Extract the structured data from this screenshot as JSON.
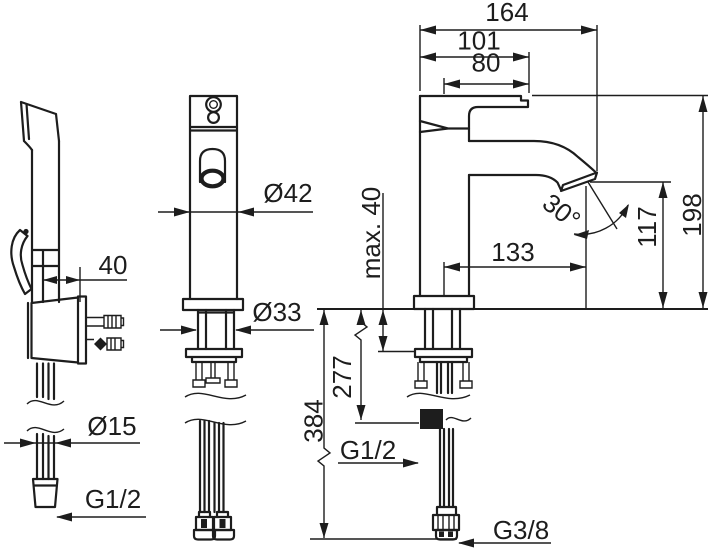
{
  "drawing": {
    "kind": "technical dimension drawing",
    "subject": "single-lever basin mixer with hand shower",
    "line_color": "#1d1d1d",
    "background_color": "#ffffff"
  },
  "views": {
    "hand_shower": {
      "name": "hand-shower side view",
      "dims": {
        "bracket_offset": "40",
        "hose_diameter": "Ø15",
        "hose_thread": "G1/2"
      }
    },
    "mixer_front": {
      "name": "mixer front view",
      "dims": {
        "body_diameter": "Ø42",
        "shank_diameter": "Ø33"
      }
    },
    "mixer_side": {
      "name": "mixer side view",
      "dims": {
        "total_reach": "164",
        "handle_reach": "101",
        "lever_length": "80",
        "total_height": "198",
        "outlet_height": "117",
        "spout_reach": "133",
        "outlet_angle": "30°",
        "max_deck_thickness": "max. 40",
        "shower_outlet_drop": "277",
        "supply_drop": "384",
        "shower_outlet_thread": "G1/2",
        "supply_thread": "G3/8"
      }
    }
  }
}
